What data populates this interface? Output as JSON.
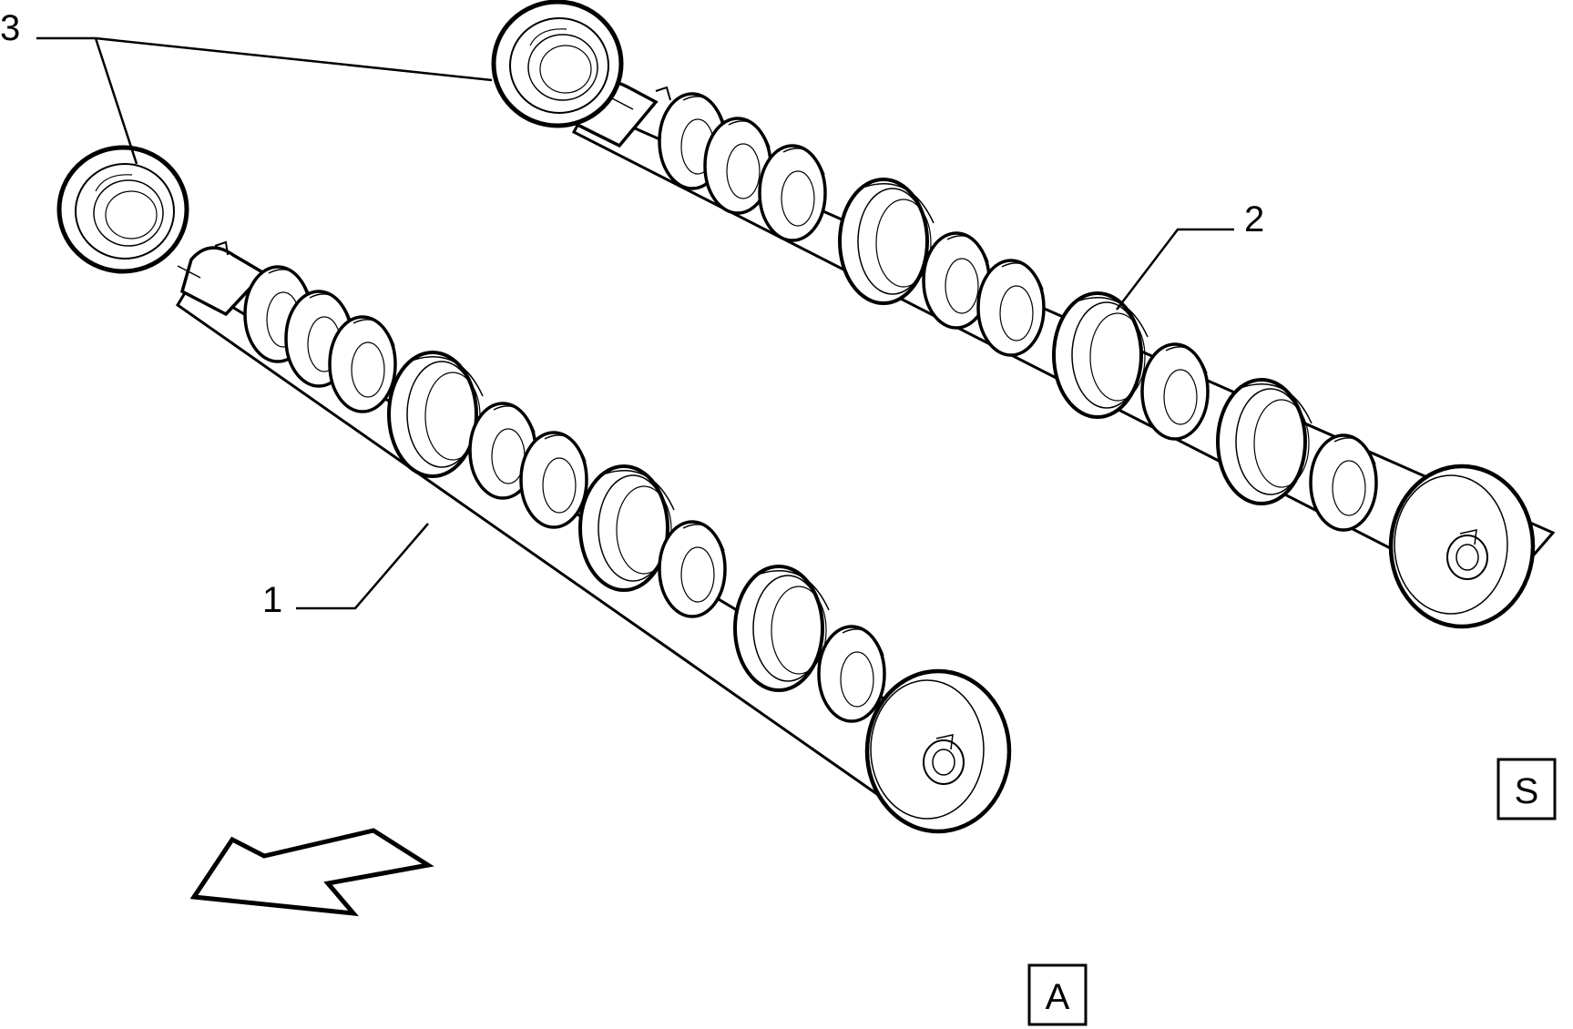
{
  "callouts": {
    "part_1": "1",
    "part_2": "2",
    "part_3": "3"
  },
  "view_labels": {
    "intake": "A",
    "exhaust": "S"
  },
  "colors": {
    "line": "#000000",
    "fill": "#ffffff"
  },
  "icons": {
    "direction": "direction-arrow-icon"
  }
}
